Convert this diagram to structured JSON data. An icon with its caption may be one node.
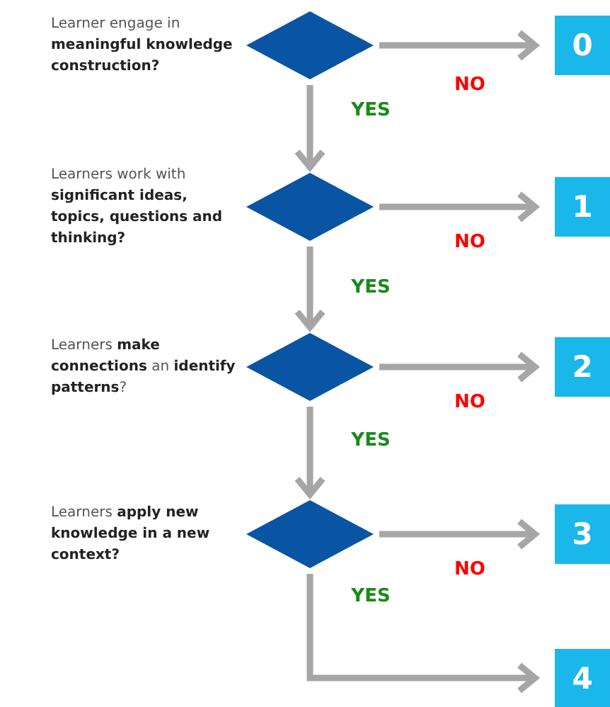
{
  "diagram": {
    "nodes": [
      {
        "text": [],
        "shape": "diamond",
        "beside": [
          "Learner engage in **meaningful knowledge construction?**"
        ]
      },
      {
        "text": [
          "0"
        ]
      },
      {
        "text": [],
        "shape": "diamond",
        "beside": [
          "Learners work with **significant ideas, topics, questions and thinking?**"
        ]
      },
      {
        "text": [
          "1"
        ]
      },
      {
        "text": [],
        "shape": "diamond",
        "beside": [
          "Learners **make connections** an **identify patterns**?"
        ]
      },
      {
        "text": [
          "2"
        ]
      },
      {
        "text": [],
        "shape": "diamond",
        "beside": [
          "Learners **apply new knowledge in a new context?**"
        ]
      },
      {
        "text": [
          "3"
        ]
      },
      {
        "text": [
          "4"
        ]
      }
    ],
    "edges": [
      {
        "from": 0,
        "to": 1,
        "arrow": "to",
        "label": "NO"
      },
      {
        "from": 0,
        "to": 2,
        "arrow": "to",
        "label": "YES"
      },
      {
        "from": 2,
        "to": 3,
        "arrow": "to",
        "label": "NO"
      },
      {
        "from": 2,
        "to": 4,
        "arrow": "to",
        "label": "YES"
      },
      {
        "from": 4,
        "to": 5,
        "arrow": "to",
        "label": "NO"
      },
      {
        "from": 4,
        "to": 6,
        "arrow": "to",
        "label": "YES"
      },
      {
        "from": 6,
        "to": 7,
        "arrow": "to",
        "label": "NO"
      },
      {
        "from": 6,
        "to": 8,
        "arrow": "to",
        "label": "YES"
      }
    ]
  }
}
